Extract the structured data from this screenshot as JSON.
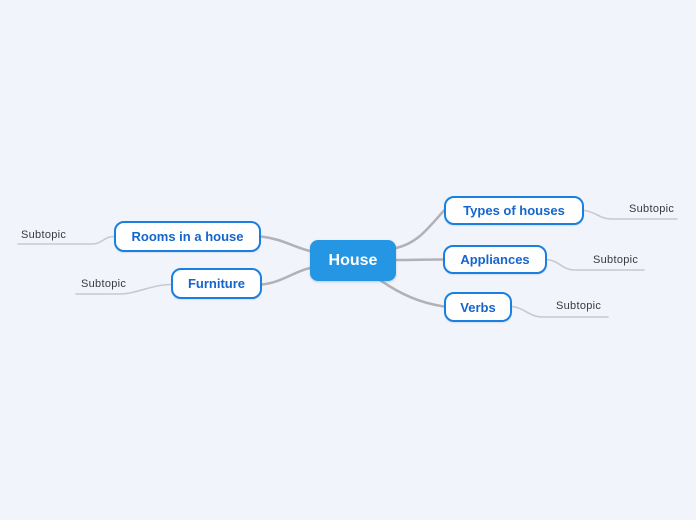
{
  "colors": {
    "canvas_bg": "#f1f4fb",
    "root_fill": "#2596e3",
    "root_text": "#ffffff",
    "branch_border": "#1a80e0",
    "branch_text": "#1565cd",
    "branch_fill": "#ffffff",
    "connector": "#b2b2b6",
    "subtopic_line": "#c7cad2",
    "subtopic_text": "#393a40"
  },
  "mindmap": {
    "root": {
      "label": "House"
    },
    "left_branches": [
      {
        "label": "Rooms in a house",
        "subtopic": "Subtopic"
      },
      {
        "label": "Furniture",
        "subtopic": "Subtopic"
      }
    ],
    "right_branches": [
      {
        "label": "Types of houses",
        "subtopic": "Subtopic"
      },
      {
        "label": "Appliances",
        "subtopic": "Subtopic"
      },
      {
        "label": "Verbs",
        "subtopic": "Subtopic"
      }
    ]
  }
}
